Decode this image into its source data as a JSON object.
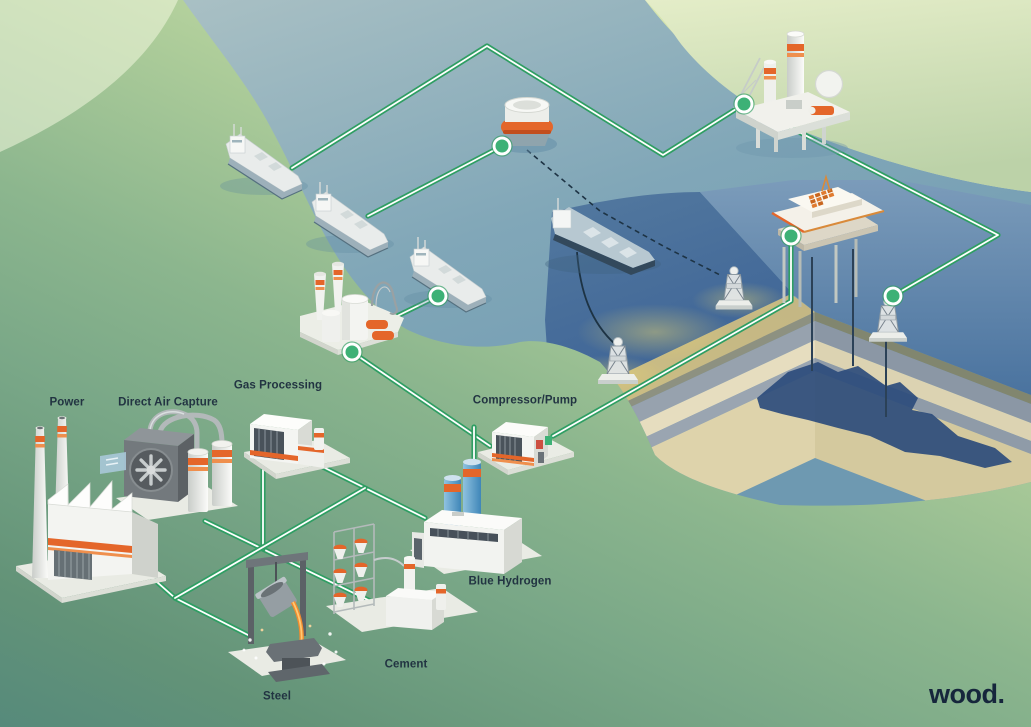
{
  "scene": {
    "logo": "wood.",
    "labels": {
      "power": "Power",
      "direct_air_capture": "Direct Air Capture",
      "gas_processing": "Gas Processing",
      "compressor_pump": "Compressor/Pump",
      "blue_hydrogen": "Blue Hydrogen",
      "cement": "Cement",
      "steel": "Steel"
    },
    "colors": {
      "pipeline_green": "#2f9e63",
      "node_green": "#3db176",
      "accent_orange": "#e4662a",
      "accent_orange_light": "#ef8f4d",
      "label_navy": "#223442",
      "deep_water": "#44699c",
      "reservoir_navy": "#2c4c7c",
      "logo_navy": "#16263c"
    }
  }
}
